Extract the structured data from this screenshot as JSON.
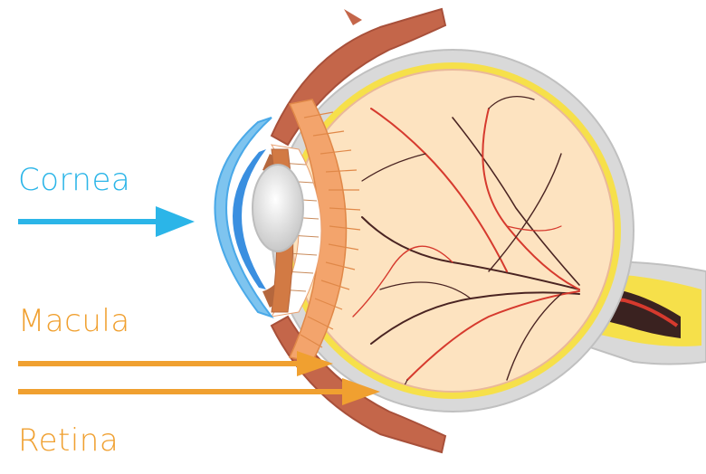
{
  "labels": {
    "cornea": "Cornea",
    "macula": "Macula",
    "retina": "Retina"
  },
  "colors": {
    "cornea_label": "#2bb5e8",
    "macula_label": "#f0a030",
    "retina_label": "#f0a030",
    "muscle": "#c4664a",
    "sclera": "#d9d9d9",
    "choroid": "#f6e04a",
    "vitreous": "#fde3c0",
    "vessel": "#d63a2e",
    "vein": "#4a2422",
    "cornea": "#4aa9e8",
    "lens": "#e6e6e6",
    "ciliary": "#f3a46c"
  }
}
